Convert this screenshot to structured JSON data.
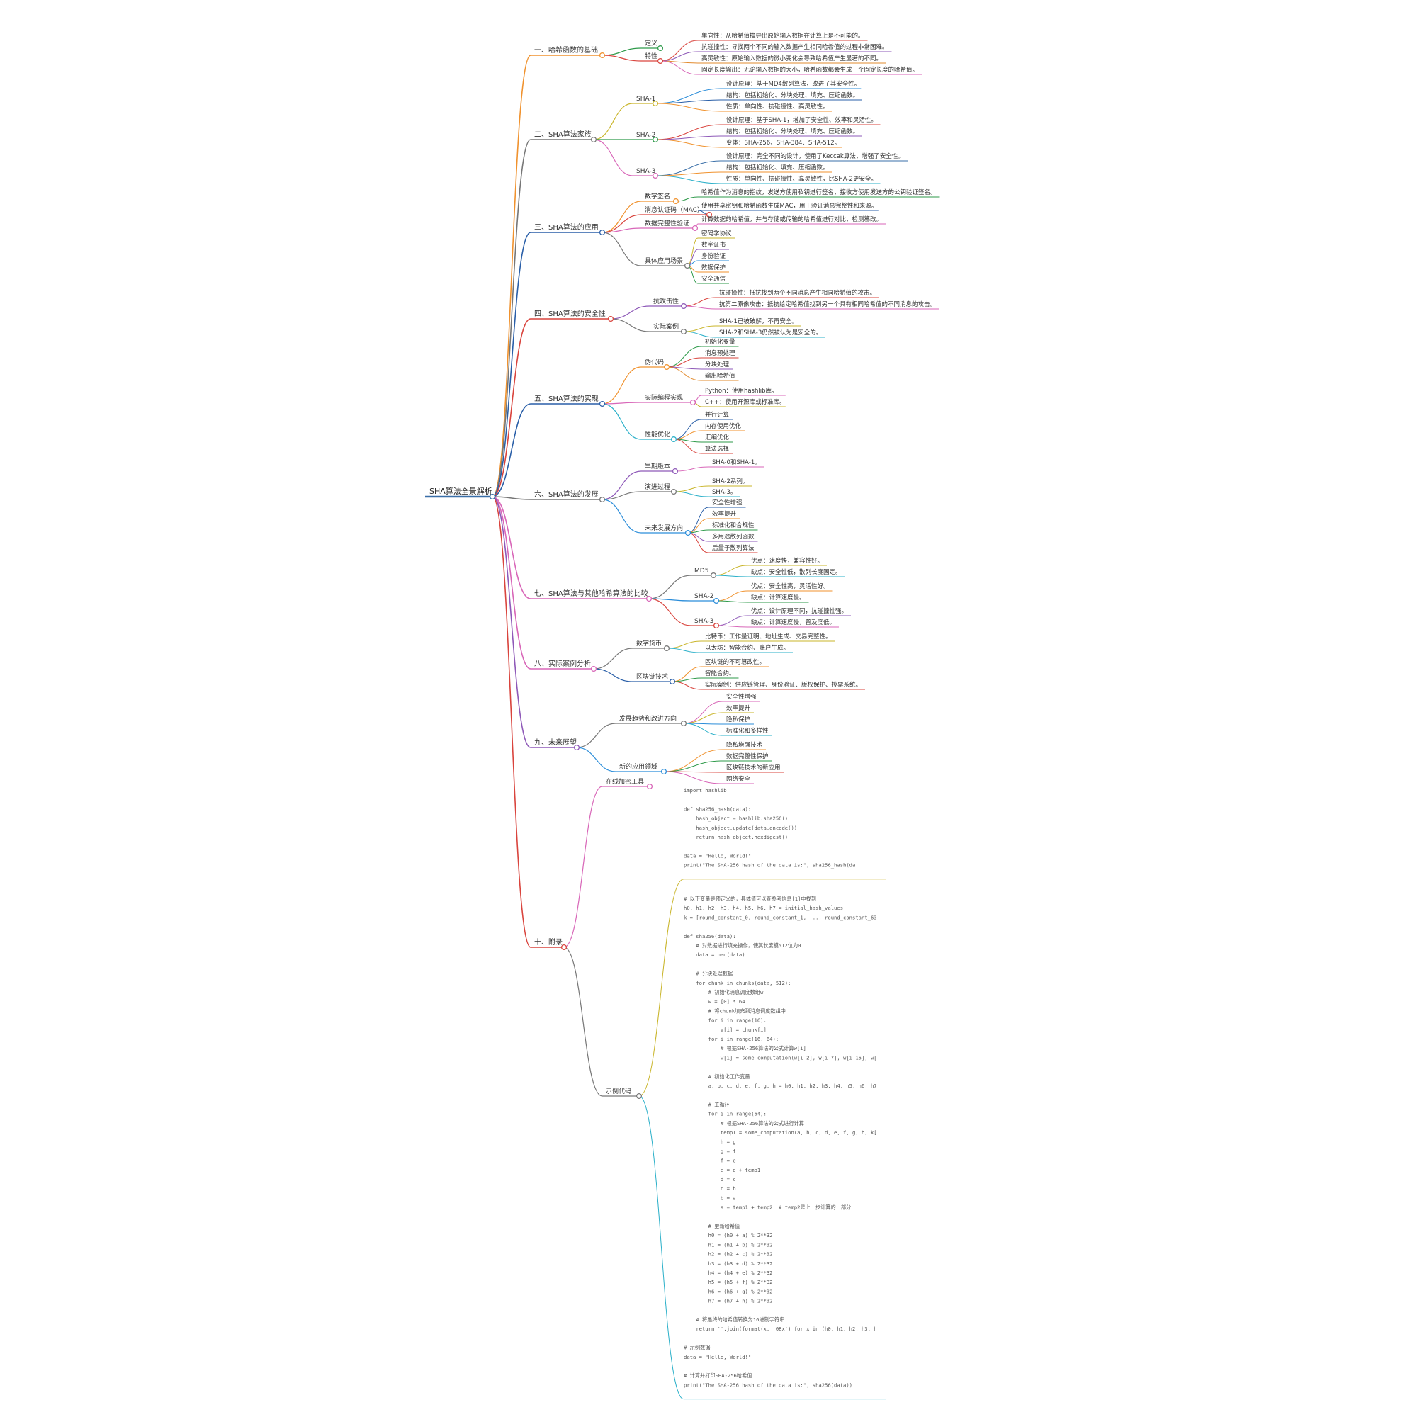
{
  "root": {
    "label": "SHA算法全景解析",
    "color": "#3a6fa8"
  },
  "branches": [
    {
      "label": "一、哈希函数的基础",
      "color": "#f0922e",
      "children": [
        {
          "label": "定义",
          "color": "#2e9a4a",
          "children": []
        },
        {
          "label": "特性",
          "color": "#d9443d",
          "children": [
            {
              "label": "单向性：从哈希值推导出原始输入数据在计算上是不可能的。",
              "color": "#d9443d"
            },
            {
              "label": "抗碰撞性：寻找两个不同的输入数据产生相同哈希值的过程非常困难。",
              "color": "#8e59b8"
            },
            {
              "label": "高灵敏性：原始输入数据的微小变化会导致哈希值产生显著的不同。",
              "color": "#e28b2e"
            },
            {
              "label": "固定长度输出：无论输入数据的大小，哈希函数都会生成一个固定长度的哈希值。",
              "color": "#d866b8"
            }
          ]
        }
      ]
    },
    {
      "label": "二、SHA算法家族",
      "color": "#777777",
      "children": [
        {
          "label": "SHA-1",
          "color": "#c9b52a",
          "children": [
            {
              "label": "设计原理：基于MD4散列算法，改进了其安全性。",
              "color": "#2b8dd9"
            },
            {
              "label": "结构：包括初始化、分块处理、填充、压缩函数。",
              "color": "#2a5fa8"
            },
            {
              "label": "性质：单向性、抗碰撞性、高灵敏性。",
              "color": "#f0922e"
            }
          ]
        },
        {
          "label": "SHA-2",
          "color": "#2e9a4a",
          "children": [
            {
              "label": "设计原理：基于SHA-1，增加了安全性、效率和灵活性。",
              "color": "#d9443d"
            },
            {
              "label": "结构：包括初始化、分块处理、填充、压缩函数。",
              "color": "#8e59b8"
            },
            {
              "label": "变体：SHA-256、SHA-384、SHA-512。",
              "color": "#f0922e"
            }
          ]
        },
        {
          "label": "SHA-3",
          "color": "#d866b8",
          "children": [
            {
              "label": "设计原理：完全不同的设计，使用了Keccak算法，增强了安全性。",
              "color": "#3a6fa8"
            },
            {
              "label": "结构：包括初始化、填充、压缩函数。",
              "color": "#f0922e"
            },
            {
              "label": "性质：单向性、抗碰撞性、高灵敏性，比SHA-2更安全。",
              "color": "#2bb0c9"
            }
          ]
        }
      ]
    },
    {
      "label": "三、SHA算法的应用",
      "color": "#2a5fa8",
      "children": [
        {
          "label": "数字签名",
          "color": "#f0922e",
          "children": [
            {
              "label": "哈希值作为消息的指纹，发送方使用私钥进行签名，接收方使用发送方的公钥验证签名。",
              "color": "#2e9a4a"
            }
          ]
        },
        {
          "label": "消息认证码（MAC）",
          "color": "#d9443d",
          "children": [
            {
              "label": "使用共享密钥和哈希函数生成MAC，用于验证消息完整性和来源。",
              "color": "#2a5fa8"
            }
          ]
        },
        {
          "label": "数据完整性验证",
          "color": "#d866b8",
          "children": [
            {
              "label": "计算数据的哈希值，并与存储或传输的哈希值进行对比，检测篡改。",
              "color": "#d866b8"
            }
          ]
        },
        {
          "label": "具体应用场景",
          "color": "#777777",
          "children": [
            {
              "label": "密码学协议",
              "color": "#c9b52a"
            },
            {
              "label": "数字证书",
              "color": "#8e59b8"
            },
            {
              "label": "身份验证",
              "color": "#2b8dd9"
            },
            {
              "label": "数据保护",
              "color": "#f0922e"
            },
            {
              "label": "安全通信",
              "color": "#2e9a4a"
            }
          ]
        }
      ]
    },
    {
      "label": "四、SHA算法的安全性",
      "color": "#d9443d",
      "children": [
        {
          "label": "抗攻击性",
          "color": "#8e59b8",
          "children": [
            {
              "label": "抗碰撞性：抵抗找到两个不同消息产生相同哈希值的攻击。",
              "color": "#d9443d"
            },
            {
              "label": "抗第二原像攻击：抵抗给定哈希值找到另一个具有相同哈希值的不同消息的攻击。",
              "color": "#d866b8"
            }
          ]
        },
        {
          "label": "实际案例",
          "color": "#777777",
          "children": [
            {
              "label": "SHA-1已被破解，不再安全。",
              "color": "#c9b52a"
            },
            {
              "label": "SHA-2和SHA-3仍然被认为是安全的。",
              "color": "#2bb0c9"
            }
          ]
        }
      ]
    },
    {
      "label": "五、SHA算法的实现",
      "color": "#2a5fa8",
      "children": [
        {
          "label": "伪代码",
          "color": "#f0922e",
          "children": [
            {
              "label": "初始化变量",
              "color": "#2e9a4a"
            },
            {
              "label": "消息预处理",
              "color": "#d9443d"
            },
            {
              "label": "分块处理",
              "color": "#8e59b8"
            },
            {
              "label": "输出哈希值",
              "color": "#e28b2e"
            }
          ]
        },
        {
          "label": "实际编程实现",
          "color": "#d866b8",
          "children": [
            {
              "label": "Python：使用hashlib库。",
              "color": "#d866b8"
            },
            {
              "label": "C++：使用开源库或标准库。",
              "color": "#c9b52a"
            }
          ]
        },
        {
          "label": "性能优化",
          "color": "#2bb0c9",
          "children": [
            {
              "label": "并行计算",
              "color": "#2a5fa8"
            },
            {
              "label": "内存使用优化",
              "color": "#f0922e"
            },
            {
              "label": "汇编优化",
              "color": "#2e9a4a"
            },
            {
              "label": "算法选择",
              "color": "#d9443d"
            }
          ]
        }
      ]
    },
    {
      "label": "六、SHA算法的发展",
      "color": "#777777",
      "children": [
        {
          "label": "早期版本",
          "color": "#8e59b8",
          "children": [
            {
              "label": "SHA-0和SHA-1。",
              "color": "#d866b8"
            }
          ]
        },
        {
          "label": "演进过程",
          "color": "#777777",
          "children": [
            {
              "label": "SHA-2系列。",
              "color": "#c9b52a"
            },
            {
              "label": "SHA-3。",
              "color": "#2bb0c9"
            }
          ]
        },
        {
          "label": "未来发展方向",
          "color": "#2b8dd9",
          "children": [
            {
              "label": "安全性增强",
              "color": "#2a5fa8"
            },
            {
              "label": "效率提升",
              "color": "#f0922e"
            },
            {
              "label": "标准化和合规性",
              "color": "#2e9a4a"
            },
            {
              "label": "多用途散列函数",
              "color": "#8e59b8"
            },
            {
              "label": "后量子散列算法",
              "color": "#d9443d"
            }
          ]
        }
      ]
    },
    {
      "label": "七、SHA算法与其他哈希算法的比较",
      "color": "#d866b8",
      "children": [
        {
          "label": "MD5",
          "color": "#777777",
          "children": [
            {
              "label": "优点：速度快，兼容性好。",
              "color": "#c9b52a"
            },
            {
              "label": "缺点：安全性低，散列长度固定。",
              "color": "#2bb0c9"
            }
          ]
        },
        {
          "label": "SHA-2",
          "color": "#2b8dd9",
          "children": [
            {
              "label": "优点：安全性高，灵活性好。",
              "color": "#f0922e"
            },
            {
              "label": "缺点：计算速度慢。",
              "color": "#2e9a4a"
            }
          ]
        },
        {
          "label": "SHA-3",
          "color": "#d9443d",
          "children": [
            {
              "label": "优点：设计原理不同，抗碰撞性强。",
              "color": "#8e59b8"
            },
            {
              "label": "缺点：计算速度慢，普及度低。",
              "color": "#d866b8"
            }
          ]
        }
      ]
    },
    {
      "label": "八、实际案例分析",
      "color": "#d866b8",
      "children": [
        {
          "label": "数字货币",
          "color": "#777777",
          "children": [
            {
              "label": "比特币：工作量证明、地址生成、交易完整性。",
              "color": "#c9b52a"
            },
            {
              "label": "以太坊：智能合约、账户生成。",
              "color": "#2bb0c9"
            }
          ]
        },
        {
          "label": "区块链技术",
          "color": "#2a5fa8",
          "children": [
            {
              "label": "区块链的不可篡改性。",
              "color": "#f0922e"
            },
            {
              "label": "智能合约。",
              "color": "#2e9a4a"
            },
            {
              "label": "实际案例：供应链管理、身份验证、版权保护、投票系统。",
              "color": "#d9443d"
            }
          ]
        }
      ]
    },
    {
      "label": "九、未来展望",
      "color": "#8e59b8",
      "children": [
        {
          "label": "发展趋势和改进方向",
          "color": "#777777",
          "children": [
            {
              "label": "安全性增强",
              "color": "#d866b8"
            },
            {
              "label": "效率提升",
              "color": "#c9b52a"
            },
            {
              "label": "隐私保护",
              "color": "#2b8dd9"
            },
            {
              "label": "标准化和多样性",
              "color": "#2bb0c9"
            }
          ]
        },
        {
          "label": "新的应用领域",
          "color": "#2b8dd9",
          "children": [
            {
              "label": "隐私增强技术",
              "color": "#f0922e"
            },
            {
              "label": "数据完整性保护",
              "color": "#2e9a4a"
            },
            {
              "label": "区块链技术的新应用",
              "color": "#d9443d"
            },
            {
              "label": "网络安全",
              "color": "#d866b8"
            }
          ]
        }
      ]
    },
    {
      "label": "十、附录",
      "color": "#d9443d",
      "children": [
        {
          "label": "在线加密工具",
          "color": "#d866b8",
          "children": []
        },
        {
          "label": "示例代码",
          "color": "#777777",
          "children": []
        }
      ]
    }
  ],
  "code_blocks": [
    {
      "color": "#c9b52a",
      "lines": [
        "import hashlib",
        "",
        "def sha256_hash(data):",
        "    hash_object = hashlib.sha256()",
        "    hash_object.update(data.encode())",
        "    return hash_object.hexdigest()",
        "",
        "data = \"Hello, World!\"",
        "print(\"The SHA-256 hash of the data is:\", sha256_hash(da"
      ]
    },
    {
      "color": "#2bb0c9",
      "lines": [
        "# 以下变量是预定义的，具体值可以查参考信息[1]中找到",
        "h0, h1, h2, h3, h4, h5, h6, h7 = initial_hash_values",
        "k = [round_constant_0, round_constant_1, ..., round_constant_63",
        "",
        "def sha256(data):",
        "    # 对数据进行填充操作，使其长度模512位为0",
        "    data = pad(data)",
        "",
        "    # 分块处理数据",
        "    for chunk in chunks(data, 512):",
        "        # 初始化消息调度数组w",
        "        w = [0] * 64",
        "        # 将chunk填充到消息调度数组中",
        "        for i in range(16):",
        "            w[i] = chunk[i]",
        "        for i in range(16, 64):",
        "            # 根据SHA-256算法的公式计算w[i]",
        "            w[i] = some_computation(w[i-2], w[i-7], w[i-15], w[",
        "",
        "        # 初始化工作变量",
        "        a, b, c, d, e, f, g, h = h0, h1, h2, h3, h4, h5, h6, h7",
        "",
        "        # 主循环",
        "        for i in range(64):",
        "            # 根据SHA-256算法的公式进行计算",
        "            temp1 = some_computation(a, b, c, d, e, f, g, h, k[",
        "            h = g",
        "            g = f",
        "            f = e",
        "            e = d + temp1",
        "            d = c",
        "            c = b",
        "            b = a",
        "            a = temp1 + temp2  # temp2是上一步计算的一部分",
        "",
        "        # 更新哈希值",
        "        h0 = (h0 + a) % 2**32",
        "        h1 = (h1 + b) % 2**32",
        "        h2 = (h2 + c) % 2**32",
        "        h3 = (h3 + d) % 2**32",
        "        h4 = (h4 + e) % 2**32",
        "        h5 = (h5 + f) % 2**32",
        "        h6 = (h6 + g) % 2**32",
        "        h7 = (h7 + h) % 2**32",
        "",
        "    # 将最终的哈希值转换为16进制字符串",
        "    return ''.join(format(x, '08x') for x in (h0, h1, h2, h3, h",
        "",
        "# 示例数据",
        "data = \"Hello, World!\"",
        "",
        "# 计算并打印SHA-256哈希值",
        "print(\"The SHA-256 hash of the data is:\", sha256(data))"
      ]
    }
  ]
}
